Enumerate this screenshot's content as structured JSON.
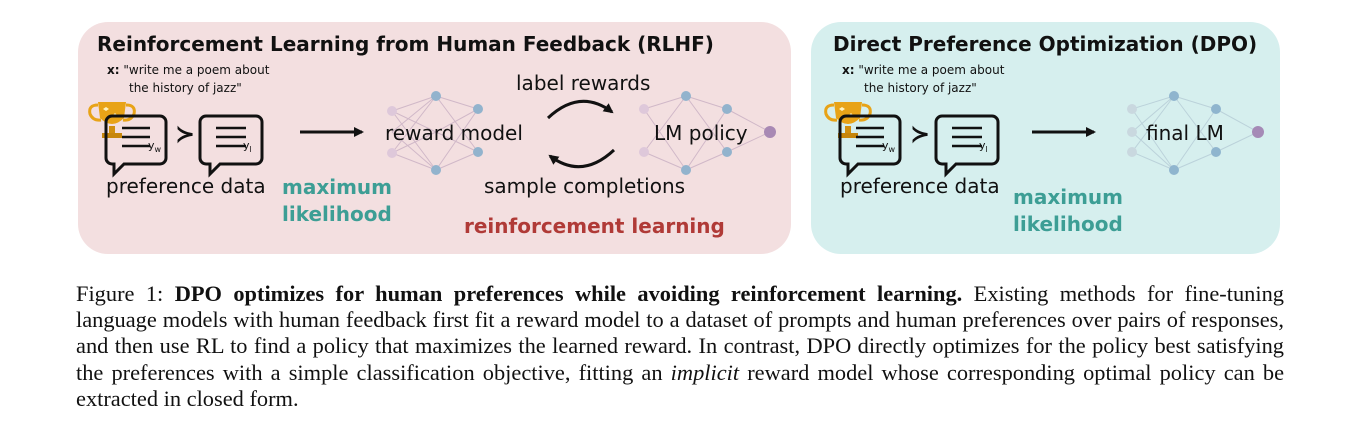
{
  "rlhf": {
    "title": "Reinforcement Learning from Human Feedback (RLHF)",
    "prompt_label": "x:",
    "prompt_line1": "\"write me a poem about",
    "prompt_line2": "the history of jazz\"",
    "preference_data": "preference data",
    "maximum": "maximum",
    "likelihood": "likelihood",
    "reward_model": "reward model",
    "label_rewards": "label rewards",
    "lm_policy": "LM policy",
    "sample_completions": "sample completions",
    "reinforcement_learning": "reinforcement learning",
    "yw": "y",
    "yw_sub": "w",
    "yl": "y",
    "yl_sub": "l",
    "pref_symbol": "≻"
  },
  "dpo": {
    "title": "Direct Preference Optimization (DPO)",
    "prompt_label": "x:",
    "prompt_line1": "\"write me a poem about",
    "prompt_line2": "the history of jazz\"",
    "preference_data": "preference data",
    "maximum": "maximum",
    "likelihood": "likelihood",
    "final_lm": "final LM",
    "yw": "y",
    "yw_sub": "w",
    "yl": "y",
    "yl_sub": "l",
    "pref_symbol": "≻"
  },
  "caption": {
    "prefix": "Figure 1: ",
    "bold": "DPO optimizes for human preferences while avoiding reinforcement learning.",
    "text1": " Existing methods for fine-tuning language models with human feedback first fit a reward model to a dataset of prompts and human preferences over pairs of responses, and then use RL to find a policy that maximizes the learned reward. In contrast, DPO directly optimizes for the policy best satisfying the preferences with a simple classification objective, fitting an ",
    "italic": "implicit",
    "text2": " reward model whose corresponding optimal policy can be extracted in closed form."
  },
  "colors": {
    "rlhf_bg": "#f3dfe0",
    "dpo_bg": "#d6efee",
    "teal": "#3d9e95",
    "red": "#b03a37",
    "node_blue": "#88afcb",
    "node_pink": "#dcc6da",
    "node_purple": "#a080b0",
    "trophy": "#e8a317"
  },
  "icons": [
    "trophy-icon",
    "speech-bubble-icon",
    "right-arrow-icon",
    "curved-arrow-icon",
    "neural-network-icon"
  ]
}
